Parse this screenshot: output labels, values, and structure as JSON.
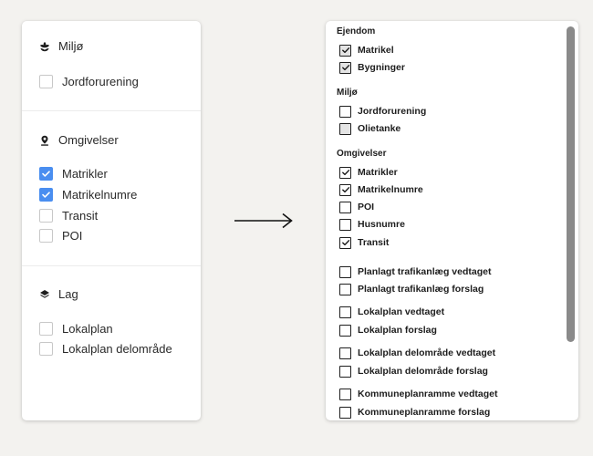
{
  "left_panel": {
    "sections": [
      {
        "icon": "flower-icon",
        "title": "Miljø",
        "items": [
          {
            "label": "Jordforurening",
            "checked": false
          }
        ]
      },
      {
        "icon": "location-pin-icon",
        "title": "Omgivelser",
        "items": [
          {
            "label": "Matrikler",
            "checked": true
          },
          {
            "label": "Matrikelnumre",
            "checked": true
          },
          {
            "label": "Transit",
            "checked": false
          },
          {
            "label": "POI",
            "checked": false
          }
        ]
      },
      {
        "icon": "layers-icon",
        "title": "Lag",
        "items": [
          {
            "label": "Lokalplan",
            "checked": false
          },
          {
            "label": "Lokalplan delområde",
            "checked": false
          }
        ]
      }
    ],
    "accent_color": "#4a8ef0"
  },
  "arrow_icon": "right-arrow-icon",
  "right_panel": {
    "groups": [
      {
        "title": "Ejendom",
        "items": [
          {
            "label": "Matrikel",
            "checked": true,
            "shaded": true
          },
          {
            "label": "Bygninger",
            "checked": true,
            "shaded": true
          }
        ]
      },
      {
        "title": "Miljø",
        "items": [
          {
            "label": "Jordforurening",
            "checked": false,
            "shaded": false
          },
          {
            "label": "Olietanke",
            "checked": false,
            "shaded": true
          }
        ]
      },
      {
        "title": "Omgivelser",
        "items": [
          {
            "label": "Matrikler",
            "checked": true,
            "shaded": false
          },
          {
            "label": "Matrikelnumre",
            "checked": true,
            "shaded": false
          },
          {
            "label": "POI",
            "checked": false,
            "shaded": false
          },
          {
            "label": "Husnumre",
            "checked": false,
            "shaded": false
          },
          {
            "label": "Transit",
            "checked": true,
            "shaded": false
          }
        ]
      },
      {
        "title": "",
        "items": [
          {
            "label": "Planlagt trafikanlæg vedtaget",
            "checked": false,
            "shaded": false
          },
          {
            "label": "Planlagt trafikanlæg forslag",
            "checked": false,
            "shaded": false
          }
        ]
      },
      {
        "title": "",
        "items": [
          {
            "label": "Lokalplan vedtaget",
            "checked": false,
            "shaded": false
          },
          {
            "label": "Lokalplan forslag",
            "checked": false,
            "shaded": false
          }
        ]
      },
      {
        "title": "",
        "items": [
          {
            "label": "Lokalplan delområde vedtaget",
            "checked": false,
            "shaded": false
          },
          {
            "label": "Lokalplan delområde forslag",
            "checked": false,
            "shaded": false
          }
        ]
      },
      {
        "title": "",
        "items": [
          {
            "label": "Kommuneplanramme vedtaget",
            "checked": false,
            "shaded": false
          },
          {
            "label": "Kommuneplanramme forslag",
            "checked": false,
            "shaded": false
          }
        ]
      }
    ]
  }
}
